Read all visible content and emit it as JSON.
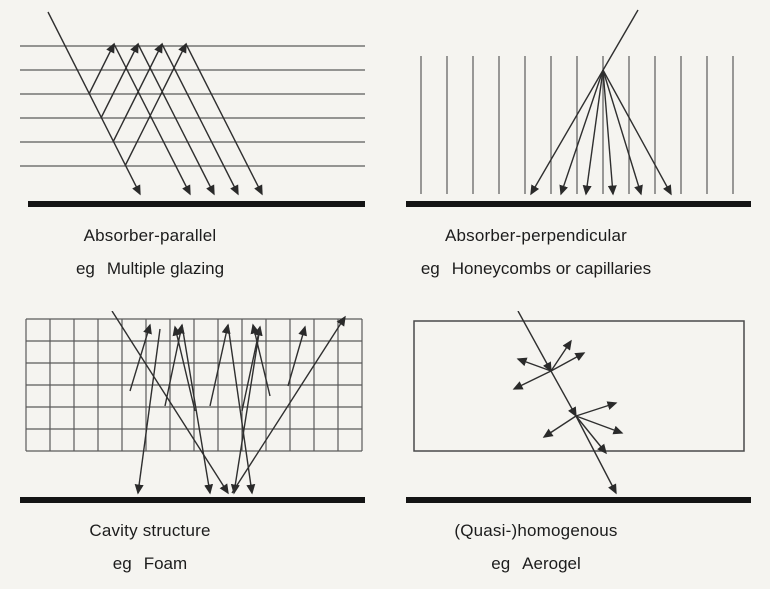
{
  "figure": {
    "background": "#f5f4f0",
    "ink": "#2a2a2a",
    "description": "Four schematic diagrams of transparent insulation structures with light-ray paths above a black absorber line"
  },
  "panels": [
    {
      "id": "absorber-parallel",
      "title": "Absorber-parallel",
      "eg_label": "eg",
      "example": "Multiple glazing"
    },
    {
      "id": "absorber-perpendicular",
      "title": "Absorber-perpendicular",
      "eg_label": "eg",
      "example": "Honeycombs or capillaries"
    },
    {
      "id": "cavity-structure",
      "title": "Cavity structure",
      "eg_label": "eg",
      "example": "Foam"
    },
    {
      "id": "quasi-homogenous",
      "title": "(Quasi-)homogenous",
      "eg_label": "eg",
      "example": "Aerogel"
    }
  ]
}
